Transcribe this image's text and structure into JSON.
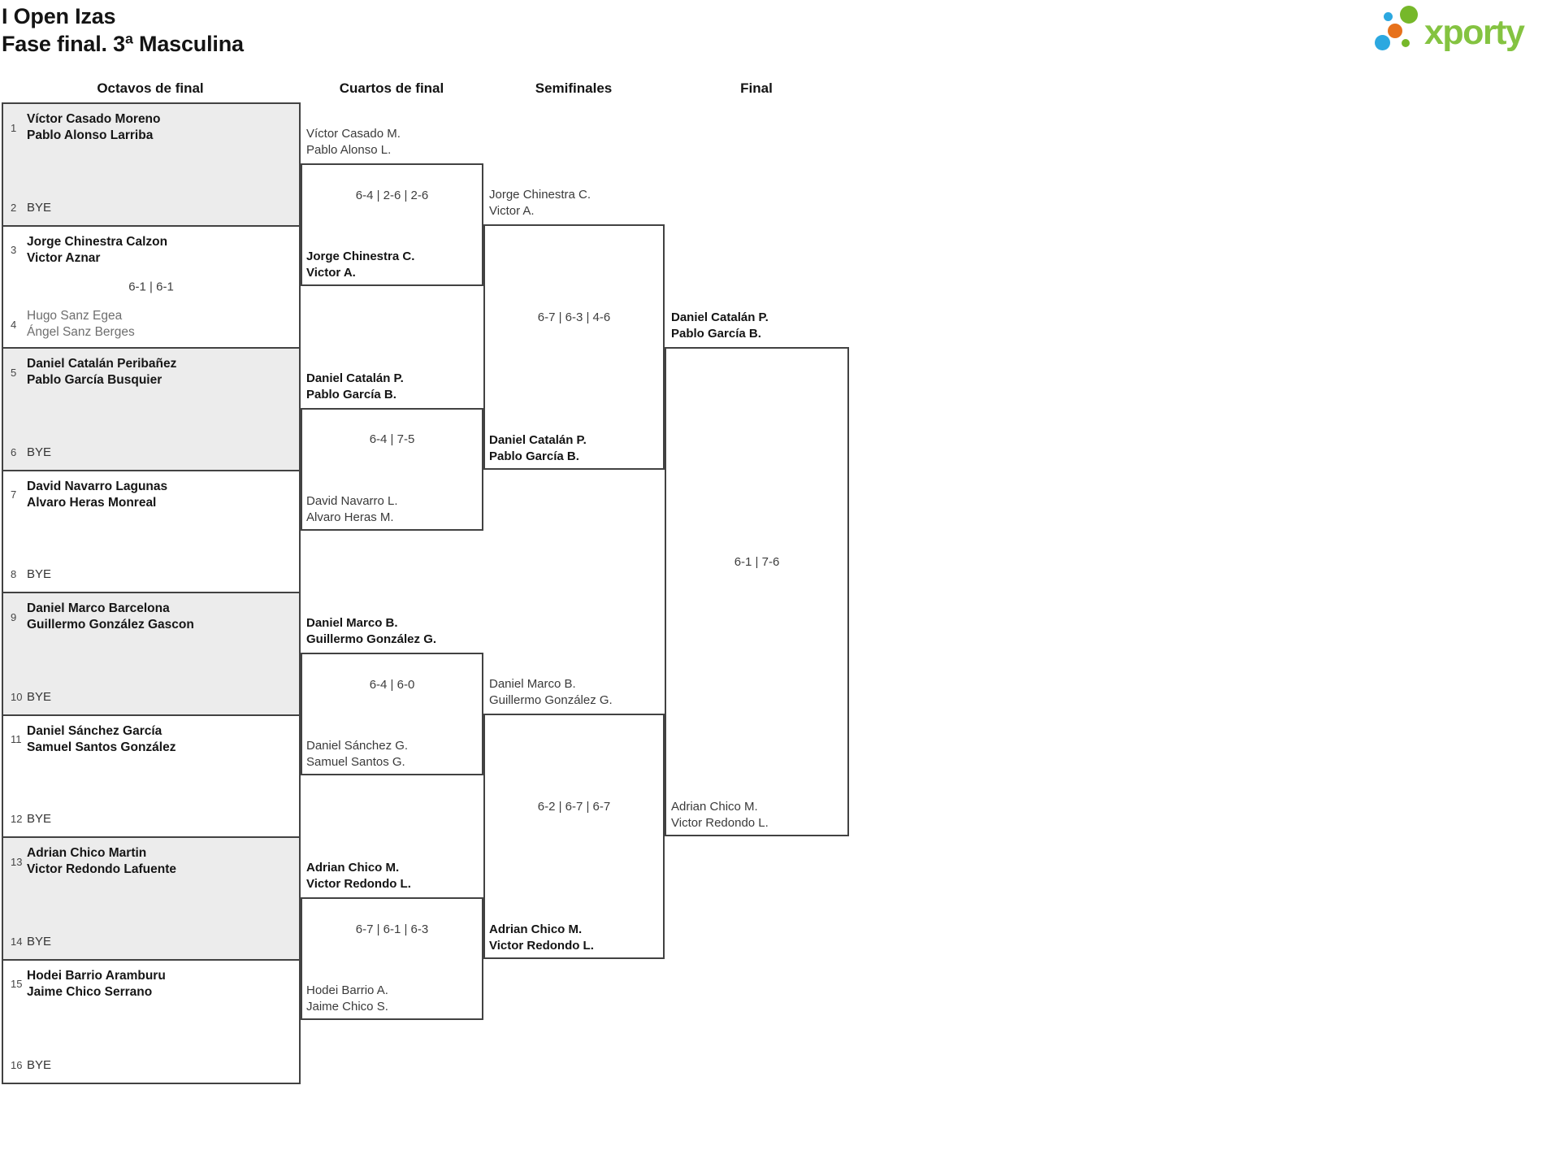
{
  "page": {
    "title_line1": "I Open Izas",
    "title_line2": "Fase final. 3ª Masculina"
  },
  "logo": {
    "text": "xporty"
  },
  "columns": [
    "Octavos de final",
    "Cuartos de final",
    "Semifinales",
    "Final"
  ],
  "r16": [
    {
      "seed_top": "1",
      "top1": "Víctor Casado Moreno",
      "top2": "Pablo Alonso Larriba",
      "seed_bot": "2",
      "bot": "BYE",
      "score": "",
      "winner": "top"
    },
    {
      "seed_top": "3",
      "top1": "Jorge Chinestra Calzon",
      "top2": "Victor Aznar",
      "seed_bot": "4",
      "bot1": "Hugo Sanz Egea",
      "bot2": "Ángel Sanz Berges",
      "score": "6-1 | 6-1",
      "winner": "top"
    },
    {
      "seed_top": "5",
      "top1": "Daniel Catalán Peribañez",
      "top2": "Pablo García Busquier",
      "seed_bot": "6",
      "bot": "BYE",
      "score": "",
      "winner": "top"
    },
    {
      "seed_top": "7",
      "top1": "David Navarro Lagunas",
      "top2": "Alvaro Heras Monreal",
      "seed_bot": "8",
      "bot": "BYE",
      "score": "",
      "winner": "top"
    },
    {
      "seed_top": "9",
      "top1": "Daniel Marco Barcelona",
      "top2": "Guillermo González Gascon",
      "seed_bot": "10",
      "bot": "BYE",
      "score": "",
      "winner": "top"
    },
    {
      "seed_top": "11",
      "top1": "Daniel Sánchez García",
      "top2": "Samuel Santos González",
      "seed_bot": "12",
      "bot": "BYE",
      "score": "",
      "winner": "top"
    },
    {
      "seed_top": "13",
      "top1": "Adrian Chico Martin",
      "top2": "Victor Redondo Lafuente",
      "seed_bot": "14",
      "bot": "BYE",
      "score": "",
      "winner": "top"
    },
    {
      "seed_top": "15",
      "top1": "Hodei Barrio Aramburu",
      "top2": "Jaime Chico Serrano",
      "seed_bot": "16",
      "bot": "BYE",
      "score": "",
      "winner": "top"
    }
  ],
  "qf": [
    {
      "top1": "Víctor Casado M.",
      "top2": "Pablo Alonso L.",
      "bot1": "Jorge Chinestra C.",
      "bot2": "Victor A.",
      "score": "6-4 | 2-6 | 2-6",
      "winner": "bottom"
    },
    {
      "top1": "Daniel Catalán P.",
      "top2": "Pablo García B.",
      "bot1": "David Navarro L.",
      "bot2": "Alvaro Heras M.",
      "score": "6-4 | 7-5",
      "winner": "top"
    },
    {
      "top1": "Daniel Marco B.",
      "top2": "Guillermo González G.",
      "bot1": "Daniel Sánchez G.",
      "bot2": "Samuel Santos G.",
      "score": "6-4 | 6-0",
      "winner": "top"
    },
    {
      "top1": "Adrian Chico M.",
      "top2": "Victor Redondo L.",
      "bot1": "Hodei Barrio A.",
      "bot2": "Jaime Chico S.",
      "score": "6-7 | 6-1 | 6-3",
      "winner": "top"
    }
  ],
  "sf": [
    {
      "top1": "Jorge Chinestra C.",
      "top2": "Victor A.",
      "bot1": "Daniel Catalán P.",
      "bot2": "Pablo García B.",
      "score": "6-7 | 6-3 | 4-6",
      "winner": "bottom"
    },
    {
      "top1": "Daniel Marco B.",
      "top2": "Guillermo González G.",
      "bot1": "Adrian Chico M.",
      "bot2": "Victor Redondo L.",
      "score": "6-2 | 6-7 | 6-7",
      "winner": "bottom"
    }
  ],
  "final": {
    "top1": "Daniel Catalán P.",
    "top2": "Pablo García B.",
    "bot1": "Adrian Chico M.",
    "bot2": "Victor Redondo L.",
    "score": "6-1 | 7-6",
    "winner": "top"
  },
  "colors": {
    "logo_green": "#76b82a",
    "logo_wordmark": "#84c341",
    "logo_blue": "#2ca8e0",
    "logo_orange": "#e7711b",
    "shaded_box": "#ececec",
    "border": "#424242"
  }
}
